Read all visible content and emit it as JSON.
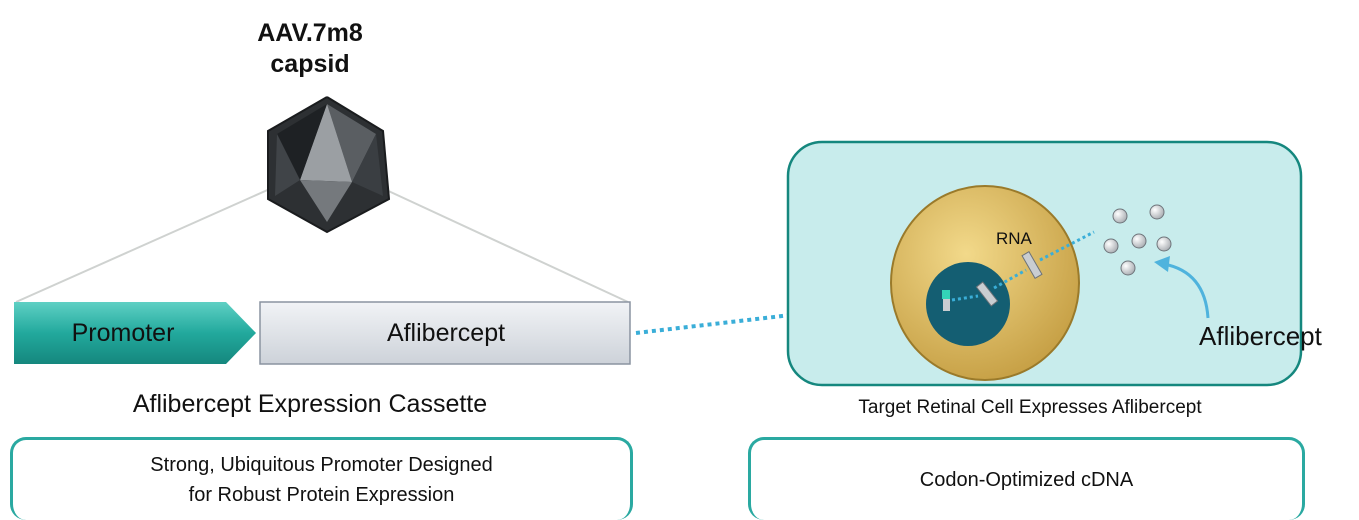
{
  "capsid": {
    "title_line1": "AAV.7m8",
    "title_line2": "capsid"
  },
  "cassette": {
    "promoter_label": "Promoter",
    "gene_label": "Aflibercept",
    "caption": "Aflibercept Expression Cassette"
  },
  "cell": {
    "rna_label": "RNA",
    "protein_label": "Aflibercept",
    "caption": "Target Retinal Cell Expresses Aflibercept"
  },
  "notes": {
    "left_line1": "Strong, Ubiquitous Promoter Designed",
    "left_line2": "for Robust Protein Expression",
    "right": "Codon-Optimized cDNA"
  },
  "colors": {
    "teal": "#2aa9a1",
    "cell_fill": "#c8ecec",
    "cytoplasm": "#d4b158",
    "nucleus": "#145e72",
    "capsid_dark": "#2d3033",
    "capsid_light": "#9b9fa3"
  }
}
